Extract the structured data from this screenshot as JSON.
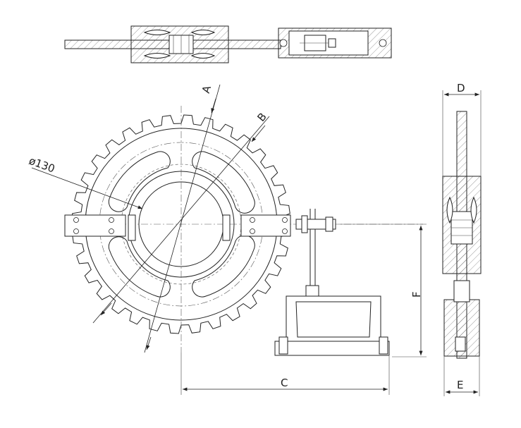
{
  "labels": {
    "section_a": "A",
    "section_b": "B",
    "diameter": "ø130",
    "dim_c": "C",
    "dim_d": "D",
    "dim_e": "E",
    "dim_f": "F"
  },
  "colors": {
    "line": "#222222",
    "background": "#ffffff"
  }
}
